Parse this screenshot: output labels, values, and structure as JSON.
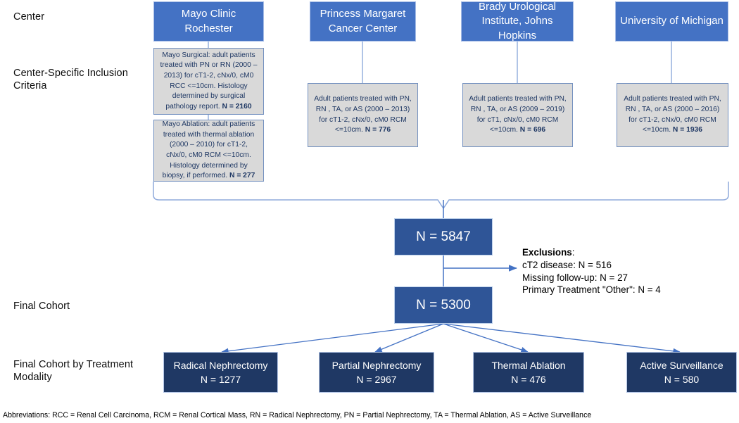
{
  "row_labels": [
    {
      "id": "center",
      "text": "Center"
    },
    {
      "id": "criteria",
      "text": "Center-Specific Inclusion Criteria"
    },
    {
      "id": "final-cohort",
      "text": "Final Cohort"
    },
    {
      "id": "final-cohort-modality",
      "text": "Final Cohort by Treatment Modality"
    }
  ],
  "centers": [
    {
      "id": "mayo",
      "name": "Mayo Clinic Rochester"
    },
    {
      "id": "princess-margaret",
      "name": "Princess Margaret Cancer Center"
    },
    {
      "id": "brady",
      "name": "Brady Urological Institute, Johns Hopkins"
    },
    {
      "id": "michigan",
      "name": "University of Michigan"
    }
  ],
  "criteria": [
    {
      "id": "mayo-surgical",
      "text": "Mayo Surgical: adult patients treated with PN or RN (2000 – 2013) for cT1-2, cNx/0, cM0 RCC <=10cm.  Histology determined by surgical pathology report. ",
      "n_label": "N = 2160",
      "n_value": 2160
    },
    {
      "id": "mayo-ablation",
      "text": "Mayo Ablation: adult patients treated with thermal ablation (2000 – 2010) for cT1-2, cNx/0, cM0 RCM <=10cm. Histology determined by biopsy, if performed. ",
      "n_label": "N = 277",
      "n_value": 277
    },
    {
      "id": "princess-margaret-criteria",
      "text": "Adult patients treated with PN, RN , TA, or AS (2000 – 2013) for cT1-2, cNx/0, cM0 RCM <=10cm. ",
      "n_label": "N = 776",
      "n_value": 776
    },
    {
      "id": "brady-criteria",
      "text": "Adult patients treated with PN, RN , TA, or AS (2009 – 2019) for cT1, cNx/0, cM0 RCM <=10cm. ",
      "n_label": "N = 696",
      "n_value": 696
    },
    {
      "id": "michigan-criteria",
      "text": "Adult patients treated with PN, RN , TA, or AS (2000 – 2016) for cT1-2, cNx/0, cM0 RCM <=10cm. ",
      "n_label": "N = 1936",
      "n_value": 1936
    }
  ],
  "pooled": {
    "id": "pooled-cohort",
    "label": "N = 5847",
    "value": 5847
  },
  "final": {
    "id": "final-cohort",
    "label": "N = 5300",
    "value": 5300
  },
  "exclusions": {
    "title": "Exclusions",
    "title_suffix": ":",
    "items": [
      {
        "label": "cT2 disease:",
        "value": "N = 516"
      },
      {
        "label": "Missing follow-up:",
        "value": "N = 27"
      },
      {
        "label": "Primary Treatment \"Other\":",
        "value": "N = 4"
      }
    ]
  },
  "modalities": [
    {
      "id": "radical-nephrectomy",
      "name": "Radical Nephrectomy",
      "n_label": "N = 1277",
      "n_value": 1277
    },
    {
      "id": "partial-nephrectomy",
      "name": "Partial Nephrectomy",
      "n_label": "N = 2967",
      "n_value": 2967
    },
    {
      "id": "thermal-ablation",
      "name": "Thermal Ablation",
      "n_label": "N = 476",
      "n_value": 476
    },
    {
      "id": "active-surveillance",
      "name": "Active Surveillance",
      "n_label": "N = 580",
      "n_value": 580
    }
  ],
  "footnote": "Abbreviations: RCC = Renal Cell Carcinoma, RCM = Renal Cortical Mass, RN = Radical Nephrectomy, PN = Partial Nephrectomy, TA = Thermal Ablation, AS = Active Surveillance",
  "colors": {
    "center_box_fill": "#4472C4",
    "criteria_box_fill": "#D9D9D9",
    "criteria_text": "#1F3864",
    "cohort_box_fill": "#2F5597",
    "modality_box_fill": "#1F3864",
    "connector": "#4472C4"
  }
}
